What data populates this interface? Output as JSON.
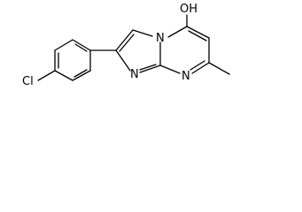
{
  "molecule": {
    "atoms": {
      "chlorine": "Cl",
      "hydroxyl": "OH",
      "ring_nitrogen_bridgehead": "N",
      "ring_nitrogen_lower": "N",
      "ring_nitrogen_right": "N"
    }
  }
}
